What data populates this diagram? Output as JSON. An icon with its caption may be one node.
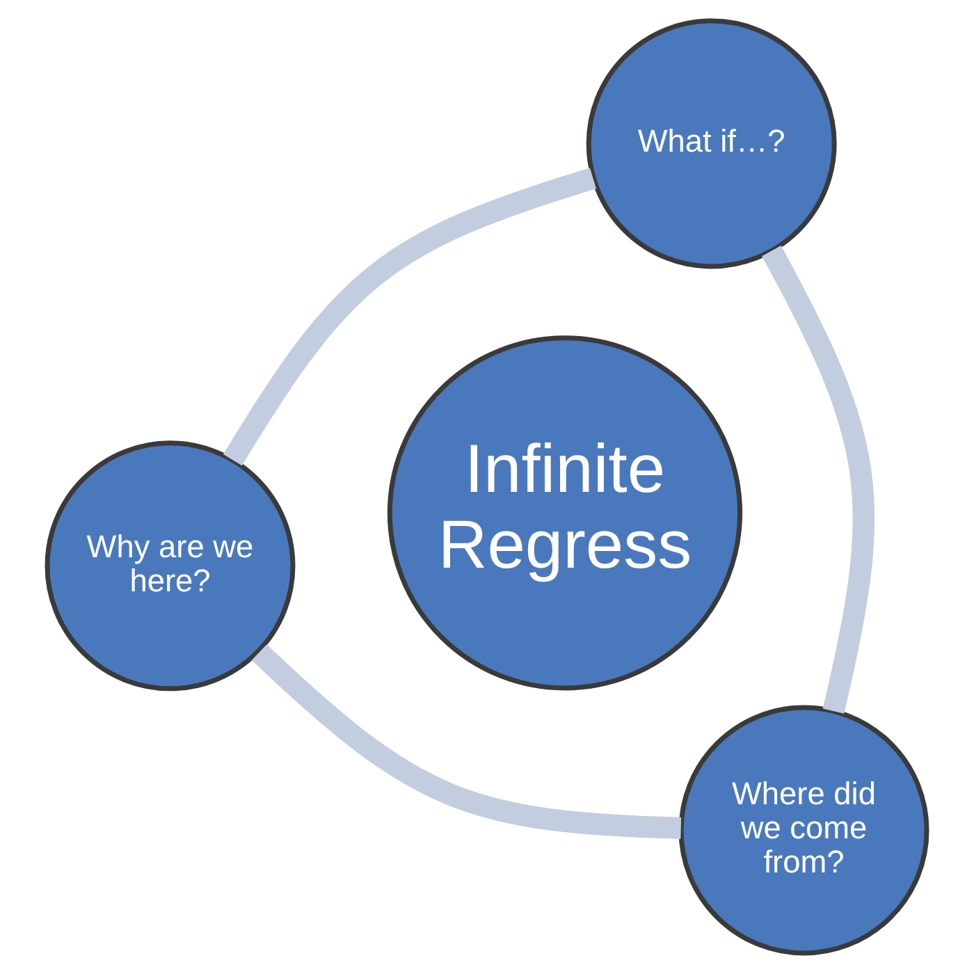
{
  "diagram": {
    "nodes": [
      {
        "text": [
          "Why are we here?"
        ]
      },
      {
        "text": [
          "Infinite Regress"
        ]
      },
      {
        "text": [
          "Where did we come from?"
        ]
      },
      {
        "text": [
          "What if…?"
        ]
      }
    ],
    "edges": [
      {
        "from": 0,
        "to": 3,
        "arrow": "none"
      },
      {
        "from": 3,
        "to": 2,
        "arrow": "none"
      },
      {
        "from": 2,
        "to": 0,
        "arrow": "none"
      }
    ]
  }
}
